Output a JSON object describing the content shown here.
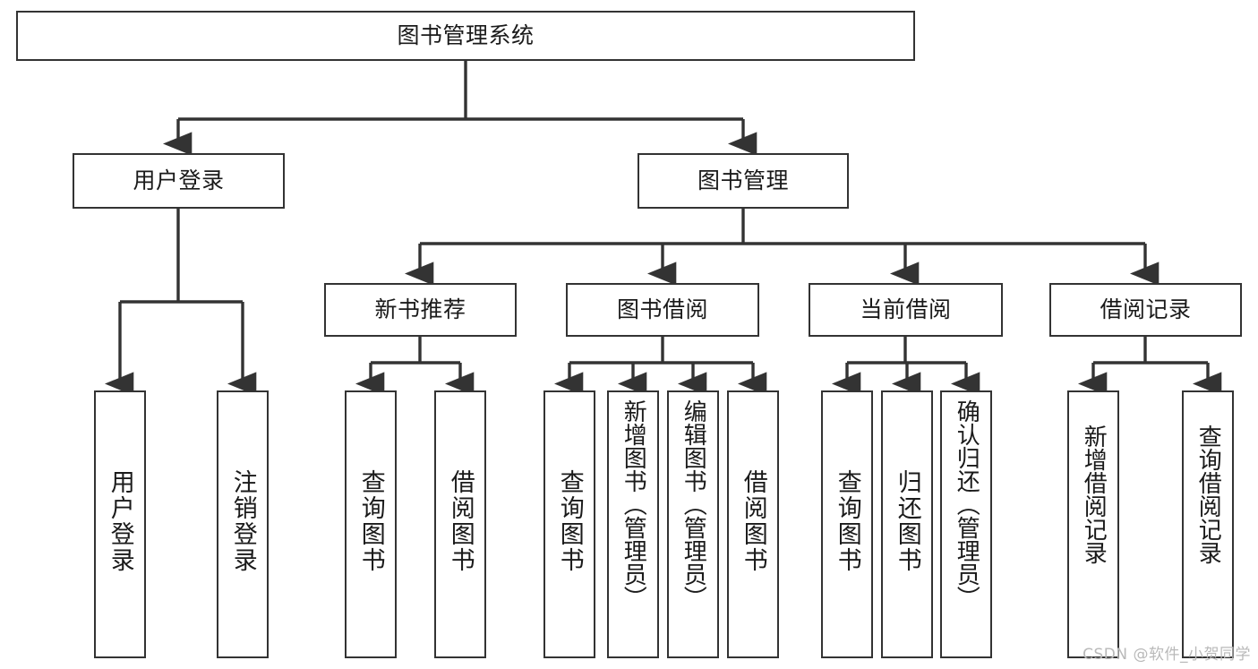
{
  "diagram": {
    "title": "图书管理系统",
    "type": "tree-hierarchy",
    "watermark": "CSDN @软件_小贺同学",
    "colors": {
      "stroke": "#333333",
      "fill": "#ffffff",
      "text": "#1a1a1a",
      "watermark": "#b9b9b9"
    },
    "nodes": {
      "root": {
        "label": "图书管理系统"
      },
      "level2": [
        {
          "id": "user-login",
          "label": "用户登录"
        },
        {
          "id": "book-manage",
          "label": "图书管理"
        }
      ],
      "level3": [
        {
          "id": "new-book-recommend",
          "label": "新书推荐"
        },
        {
          "id": "book-borrow",
          "label": "图书借阅"
        },
        {
          "id": "current-borrow",
          "label": "当前借阅"
        },
        {
          "id": "borrow-record",
          "label": "借阅记录"
        }
      ],
      "leaves": {
        "user-login": [
          {
            "id": "leaf-user-login",
            "label": "用户登录"
          },
          {
            "id": "leaf-logout-login",
            "label": "注销登录"
          }
        ],
        "new-book-recommend": [
          {
            "id": "leaf-query-book-1",
            "label": "查询图书"
          },
          {
            "id": "leaf-borrow-book-1",
            "label": "借阅图书"
          }
        ],
        "book-borrow": [
          {
            "id": "leaf-query-book-2",
            "label": "查询图书"
          },
          {
            "id": "leaf-add-book",
            "label": "新增图书（管理员）"
          },
          {
            "id": "leaf-edit-book",
            "label": "编辑图书（管理员）"
          },
          {
            "id": "leaf-borrow-book-2",
            "label": "借阅图书"
          }
        ],
        "current-borrow": [
          {
            "id": "leaf-query-book-3",
            "label": "查询图书"
          },
          {
            "id": "leaf-return-book",
            "label": "归还图书"
          },
          {
            "id": "leaf-confirm-return",
            "label": "确认归还（管理员）"
          }
        ],
        "borrow-record": [
          {
            "id": "leaf-add-record",
            "label": "新增借阅记录"
          },
          {
            "id": "leaf-query-record",
            "label": "查询借阅记录"
          }
        ]
      }
    }
  }
}
